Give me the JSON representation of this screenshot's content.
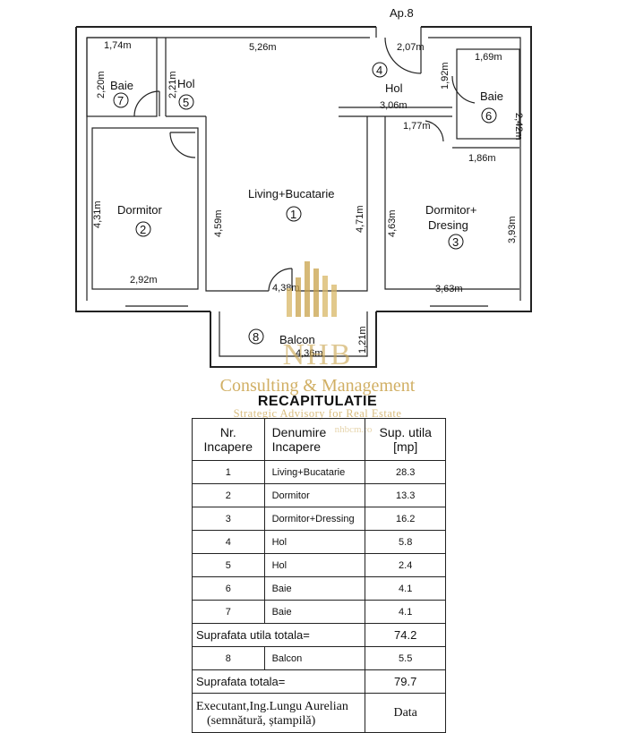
{
  "plan": {
    "apartment_label": "Ap.8",
    "dimensions": {
      "baie7_width": "1,74m",
      "hol_top_width": "5,26m",
      "entrance_width": "2,07m",
      "baie7_height": "2,20m",
      "hol5_height": "2,21m",
      "baie6_width": "1,69m",
      "hol4_height": "1,92m",
      "baie6_height": "2,42m",
      "hol4_width": "3,06m",
      "hol4_small": "1,77m",
      "dormitor3_top": "1,86m",
      "dormitor2_height": "4,31m",
      "living_left_height": "4,59m",
      "living_right_height": "4,71m",
      "dormitor3_left_height": "4,63m",
      "dormitor3_right_height": "3,93m",
      "dormitor2_width": "2,92m",
      "living_width": "4,38m",
      "dormitor3_width": "3,63m",
      "balcon_height": "1,21m",
      "balcon_width": "4,36m"
    },
    "rooms": {
      "baie7": {
        "name": "Baie",
        "number": "7"
      },
      "hol5": {
        "name": "Hol",
        "number": "5"
      },
      "hol4": {
        "name": "Hol",
        "number": "4"
      },
      "baie6": {
        "name": "Baie",
        "number": "6"
      },
      "living": {
        "name": "Living+Bucatarie",
        "number": "1"
      },
      "dormitor2": {
        "name": "Dormitor",
        "number": "2"
      },
      "dormitor3_line1": "Dormitor+",
      "dormitor3_line2": "Dresing",
      "dormitor3_number": "3",
      "balcon": {
        "name": "Balcon",
        "number": "8"
      }
    }
  },
  "watermark": {
    "brand": "NHB",
    "title": "Consulting & Management",
    "subtitle": "Strategic Advisory for Real Estate",
    "link": "nhbcm.ro"
  },
  "recap": {
    "title": "RECAPITULATIE",
    "headers": {
      "nr": "Nr. Incapere",
      "denumire": "Denumire Incapere",
      "sup": "Sup. utila [mp]"
    },
    "rows": [
      {
        "nr": "1",
        "name": "Living+Bucatarie",
        "area": "28.3"
      },
      {
        "nr": "2",
        "name": "Dormitor",
        "area": "13.3"
      },
      {
        "nr": "3",
        "name": "Dormitor+Dressing",
        "area": "16.2"
      },
      {
        "nr": "4",
        "name": "Hol",
        "area": "5.8"
      },
      {
        "nr": "5",
        "name": "Hol",
        "area": "2.4"
      },
      {
        "nr": "6",
        "name": "Baie",
        "area": "4.1"
      },
      {
        "nr": "7",
        "name": "Baie",
        "area": "4.1"
      }
    ],
    "total_useful_label": "Suprafata utila totala=",
    "total_useful_value": "74.2",
    "balcony_row": {
      "nr": "8",
      "name": "Balcon",
      "area": "5.5"
    },
    "total_label": "Suprafata totala=",
    "total_value": "79.7",
    "executant_line1": "Executant,Ing.Lungu Aurelian",
    "executant_line2": "(semnătură, ștampilă)",
    "data_label": "Data"
  }
}
